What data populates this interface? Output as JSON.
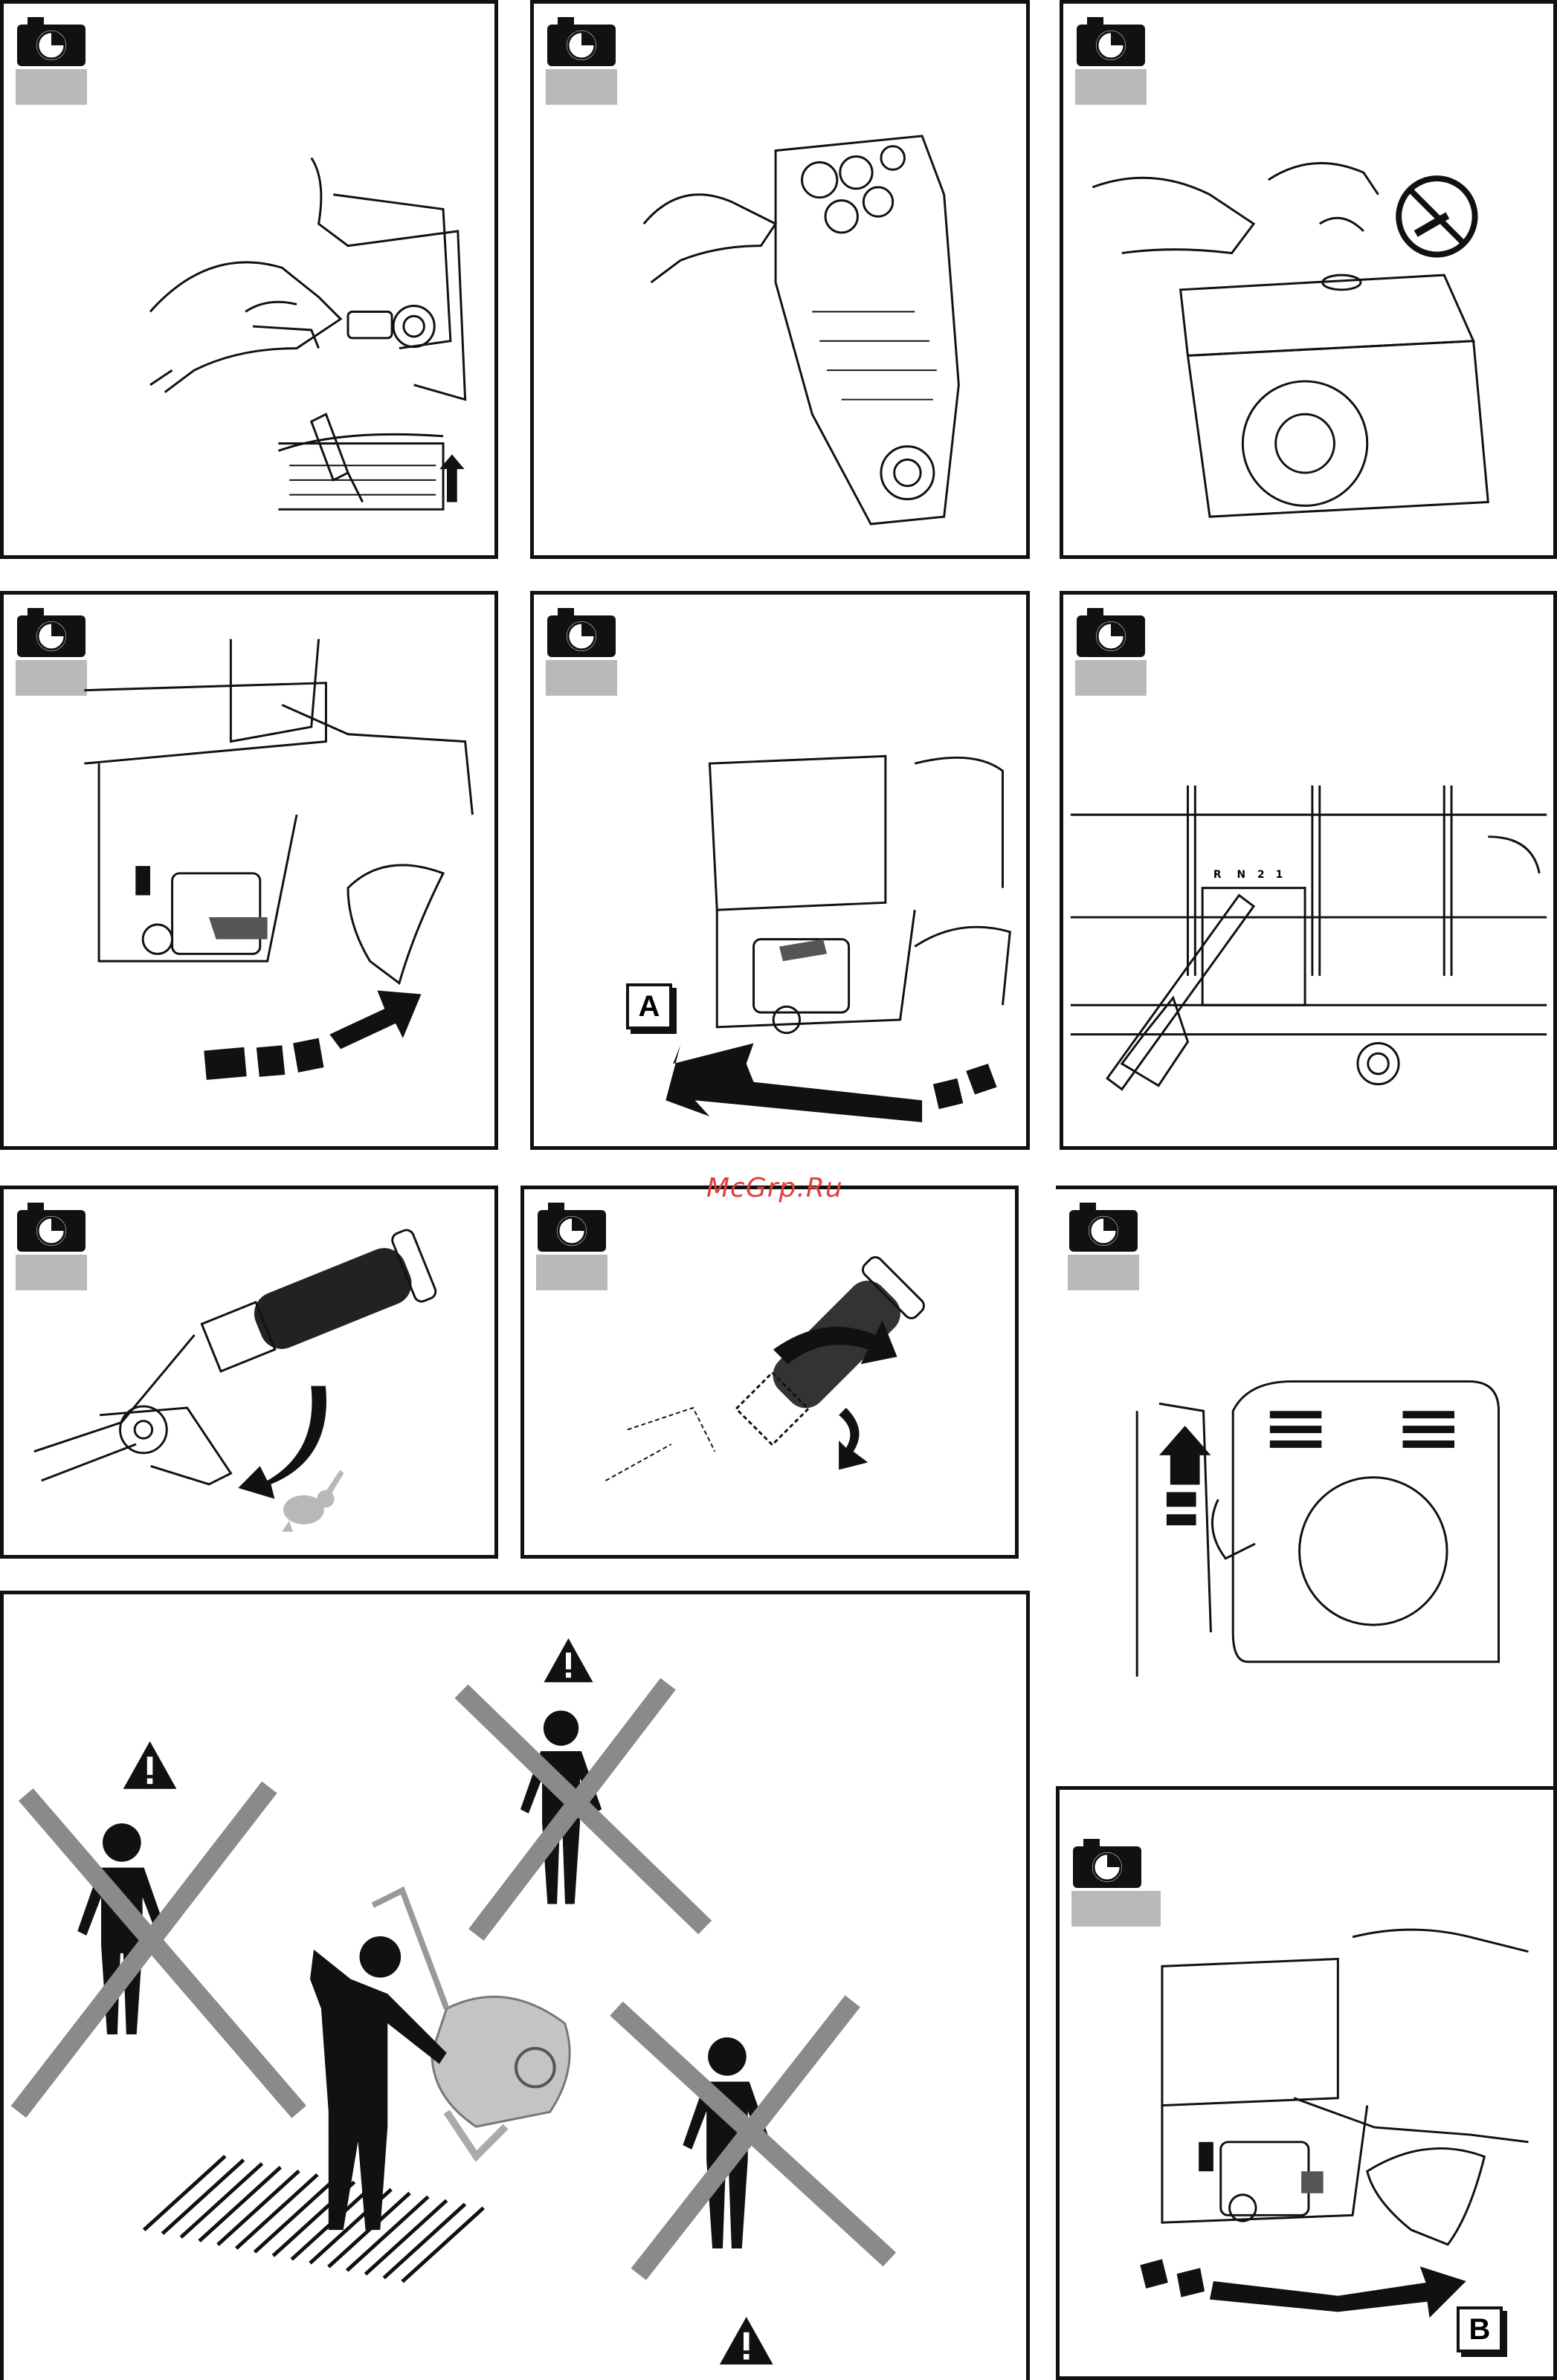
{
  "watermark": {
    "text": "McGrp.Ru",
    "color": "#e0403a"
  },
  "panels": {
    "p1": {
      "name": "oil-dipstick-check"
    },
    "p2": {
      "name": "gearbox-oil-fill"
    },
    "p3": {
      "name": "fuel-tank-fill",
      "no_smoking_icon": "no-smoking-icon"
    },
    "p4": {
      "name": "choke-lever-close"
    },
    "p5": {
      "name": "choke-lever-open",
      "label": "A"
    },
    "p6": {
      "name": "gear-selector",
      "gear_labels": [
        "R",
        "N",
        "2",
        "1"
      ]
    },
    "p7": {
      "name": "throttle-lever",
      "speed_icon": "rabbit-icon"
    },
    "p8": {
      "name": "throttle-grip-rotate"
    },
    "p9": {
      "name": "recoil-starter-pull"
    },
    "p10": {
      "name": "safety-keep-away"
    },
    "p11": {
      "name": "choke-lever-return",
      "label": "B"
    }
  },
  "colors": {
    "frame": "#111111",
    "tag": "#b9b9b9",
    "cross": "#8a8a8a",
    "machine_gray": "#c4c4c4"
  }
}
